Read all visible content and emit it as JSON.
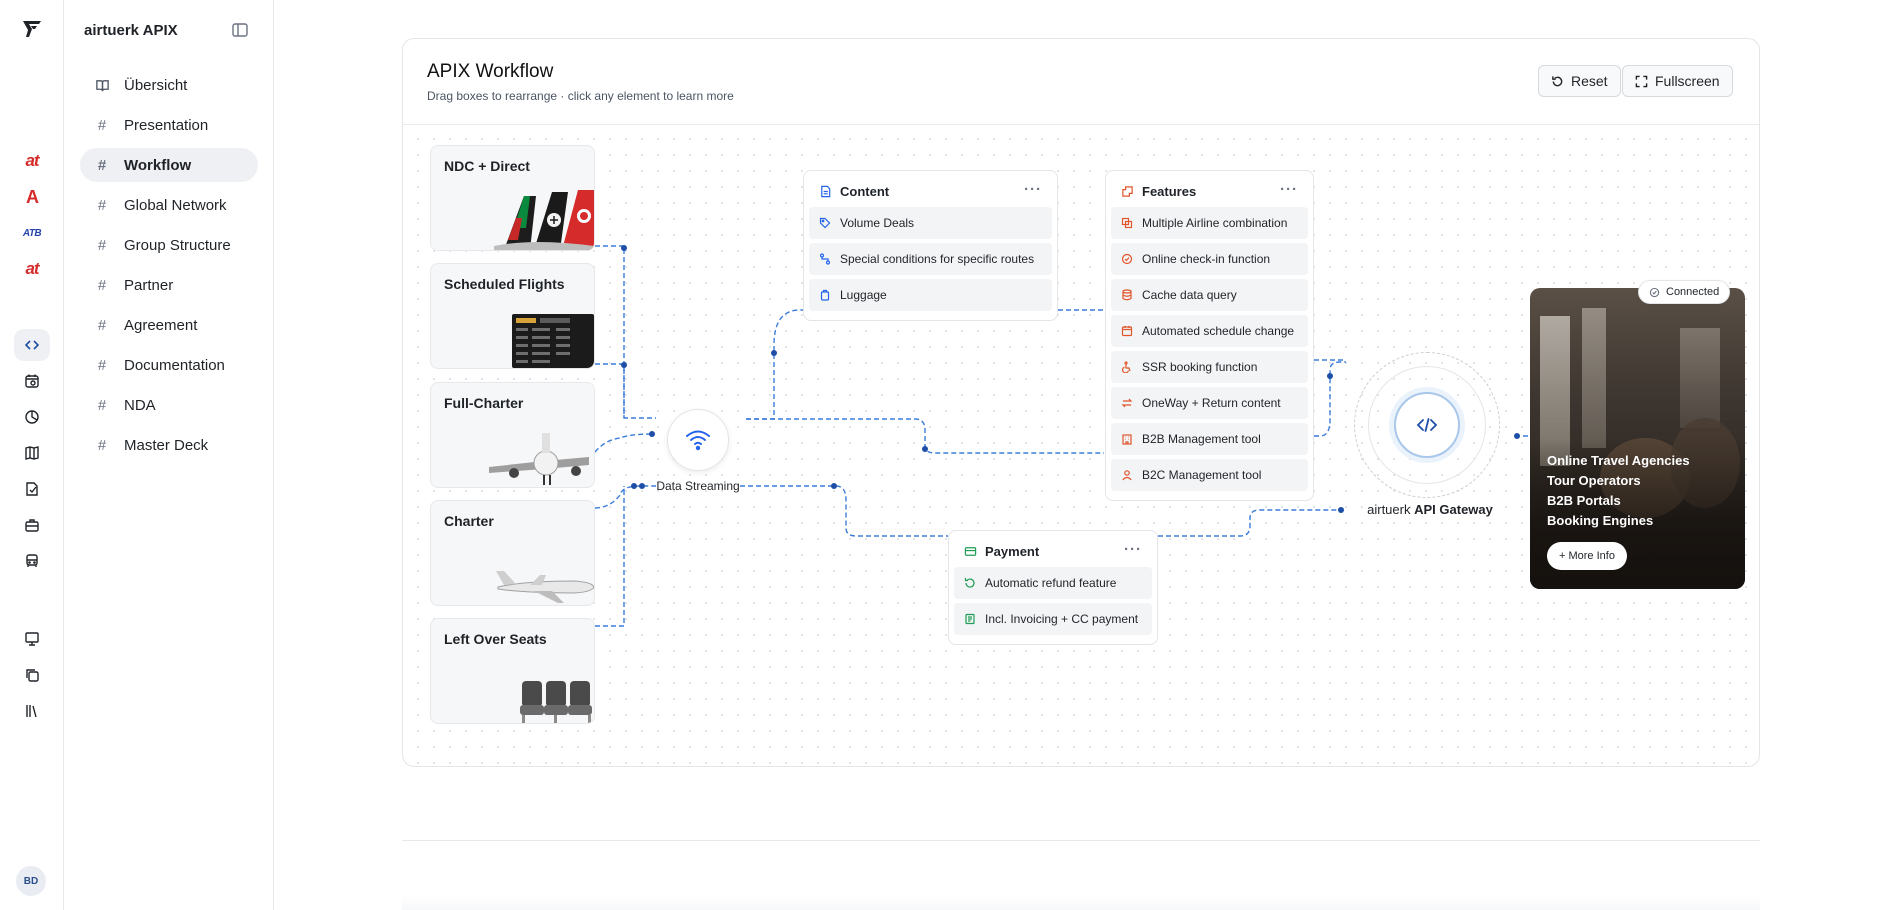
{
  "app": {
    "name": "airtuerk APIX",
    "avatar_initials": "BD",
    "accent_color": "#2563eb",
    "brand_red": "#d52b2b"
  },
  "rail": {
    "brand_icons": [
      "at",
      "A",
      "ATB",
      "at"
    ],
    "icons": [
      "workflow-icon",
      "calendar-icon",
      "chart-icon",
      "map-icon",
      "document-icon",
      "briefcase-icon",
      "bus-icon",
      "presentation-icon",
      "copy-icon",
      "library-icon"
    ]
  },
  "sidebar": {
    "items": [
      {
        "label": "Übersicht",
        "icon": "book-icon",
        "active": false
      },
      {
        "label": "Presentation",
        "icon": "hash-icon",
        "active": false
      },
      {
        "label": "Workflow",
        "icon": "hash-icon",
        "active": true
      },
      {
        "label": "Global Network",
        "icon": "hash-icon",
        "active": false
      },
      {
        "label": "Group Structure",
        "icon": "hash-icon",
        "active": false
      },
      {
        "label": "Partner",
        "icon": "hash-icon",
        "active": false
      },
      {
        "label": "Agreement",
        "icon": "hash-icon",
        "active": false
      },
      {
        "label": "Documentation",
        "icon": "hash-icon",
        "active": false
      },
      {
        "label": "NDA",
        "icon": "hash-icon",
        "active": false
      },
      {
        "label": "Master Deck",
        "icon": "hash-icon",
        "active": false
      }
    ]
  },
  "workflow": {
    "title": "APIX Workflow",
    "subtitle": "Drag boxes to rearrange · click any element to learn more",
    "reset_label": "Reset",
    "fullscreen_label": "Fullscreen",
    "sources": [
      "NDC + Direct",
      "Scheduled Flights",
      "Full-Charter",
      "Charter",
      "Left Over Seats"
    ],
    "hub_label": "Data Streaming",
    "content": {
      "title": "Content",
      "items": [
        "Volume Deals",
        "Special conditions for specific routes",
        "Luggage"
      ]
    },
    "features": {
      "title": "Features",
      "items": [
        "Multiple Airline combination",
        "Online check-in function",
        "Cache data query",
        "Automated schedule change",
        "SSR booking function",
        "OneWay + Return content",
        "B2B Management tool",
        "B2C Management tool"
      ]
    },
    "payment": {
      "title": "Payment",
      "items": [
        "Automatic refund feature",
        "Incl. Invoicing + CC payment"
      ]
    },
    "gateway": {
      "prefix": "airtuerk",
      "label": "API Gateway"
    },
    "customers": {
      "badge": "Connected",
      "lines": [
        "Online Travel Agencies",
        "Tour Operators",
        "B2B Portals",
        "Booking Engines"
      ],
      "more_label": "+ More Info"
    },
    "more_icon": "ellipsis-icon"
  }
}
